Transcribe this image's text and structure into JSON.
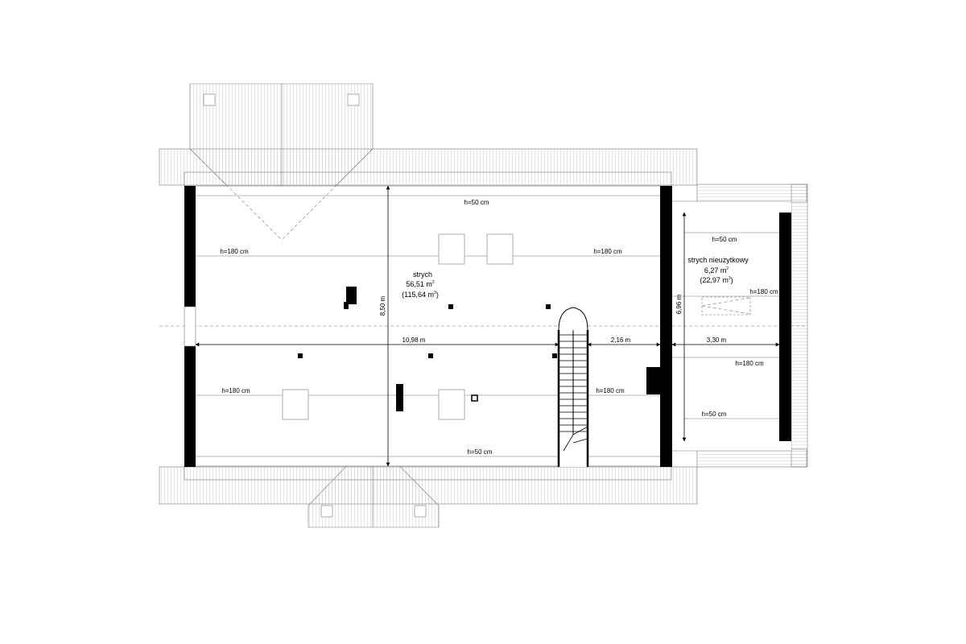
{
  "rooms": {
    "main": {
      "name": "strych",
      "area": "56,51 m",
      "volume": "(115,64 m",
      "unit_suffix": ")"
    },
    "side": {
      "name": "strych nieużytkowy",
      "area": "6,27 m",
      "volume": "(22,97 m",
      "unit_suffix": ")"
    },
    "sup_area": "2",
    "sup_volume": "3"
  },
  "heights": {
    "h50": "h=50 cm",
    "h180": "h=180 cm"
  },
  "dimensions": {
    "width_main": "10,98 m",
    "width_stair": "2,16 m",
    "width_side": "3,30 m",
    "depth_main": "8,50 m",
    "depth_side": "6,96 m"
  },
  "colors": {
    "wall": "#000000",
    "line": "#777777",
    "background": "#ffffff"
  }
}
